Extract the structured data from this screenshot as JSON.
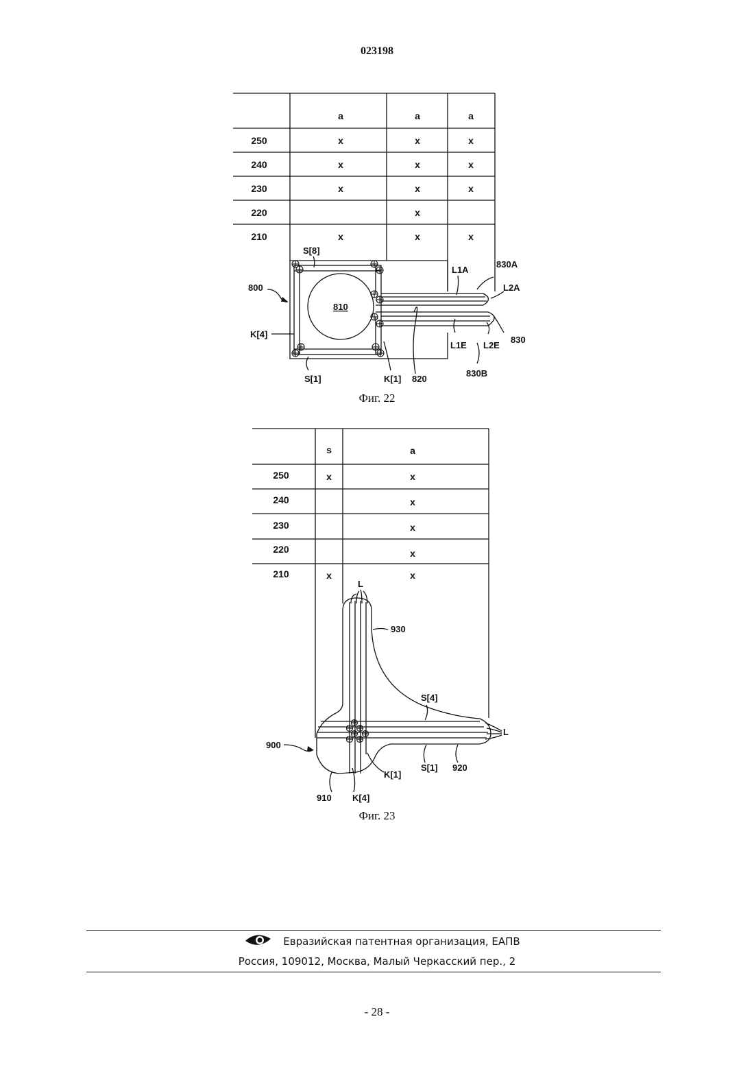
{
  "header": {
    "doc_number": "023198"
  },
  "figure22": {
    "caption": "Фиг. 22",
    "column_headers": [
      "a",
      "a",
      "a"
    ],
    "rows": [
      {
        "label": "250",
        "cells": [
          "x",
          "x",
          "x"
        ]
      },
      {
        "label": "240",
        "cells": [
          "x",
          "x",
          "x"
        ]
      },
      {
        "label": "230",
        "cells": [
          "x",
          "x",
          "x"
        ]
      },
      {
        "label": "220",
        "cells": [
          "",
          "x",
          ""
        ]
      },
      {
        "label": "210",
        "cells": [
          "x",
          "x",
          "x"
        ]
      }
    ],
    "labels": {
      "s8": "S[8]",
      "n800": "800",
      "n810": "810",
      "k4": "K[4]",
      "s1": "S[1]",
      "k1": "K[1]",
      "n820": "820",
      "l1a": "L1A",
      "n830a": "830A",
      "l2a": "L2A",
      "l1e": "L1E",
      "l2e": "L2E",
      "n830": "830",
      "n830b": "830B"
    }
  },
  "figure23": {
    "caption": "Фиг. 23",
    "column_headers": [
      "s",
      "a"
    ],
    "rows": [
      {
        "label": "250",
        "cells": [
          "x",
          "x"
        ]
      },
      {
        "label": "240",
        "cells": [
          "",
          "x"
        ]
      },
      {
        "label": "230",
        "cells": [
          "",
          "x"
        ]
      },
      {
        "label": "220",
        "cells": [
          "",
          "x"
        ]
      },
      {
        "label": "210",
        "cells": [
          "x",
          "x"
        ]
      }
    ],
    "labels": {
      "l_top": "L",
      "n930": "930",
      "s4": "S[4]",
      "l_right": "L",
      "n900": "900",
      "k1": "K[1]",
      "s1": "S[1]",
      "n920": "920",
      "n910": "910",
      "k4": "K[4]"
    }
  },
  "footer": {
    "org": "Евразийская патентная организация, ЕАПВ",
    "address": "Россия, 109012, Москва, Малый Черкасский пер., 2"
  },
  "page_number": "- 28 -"
}
